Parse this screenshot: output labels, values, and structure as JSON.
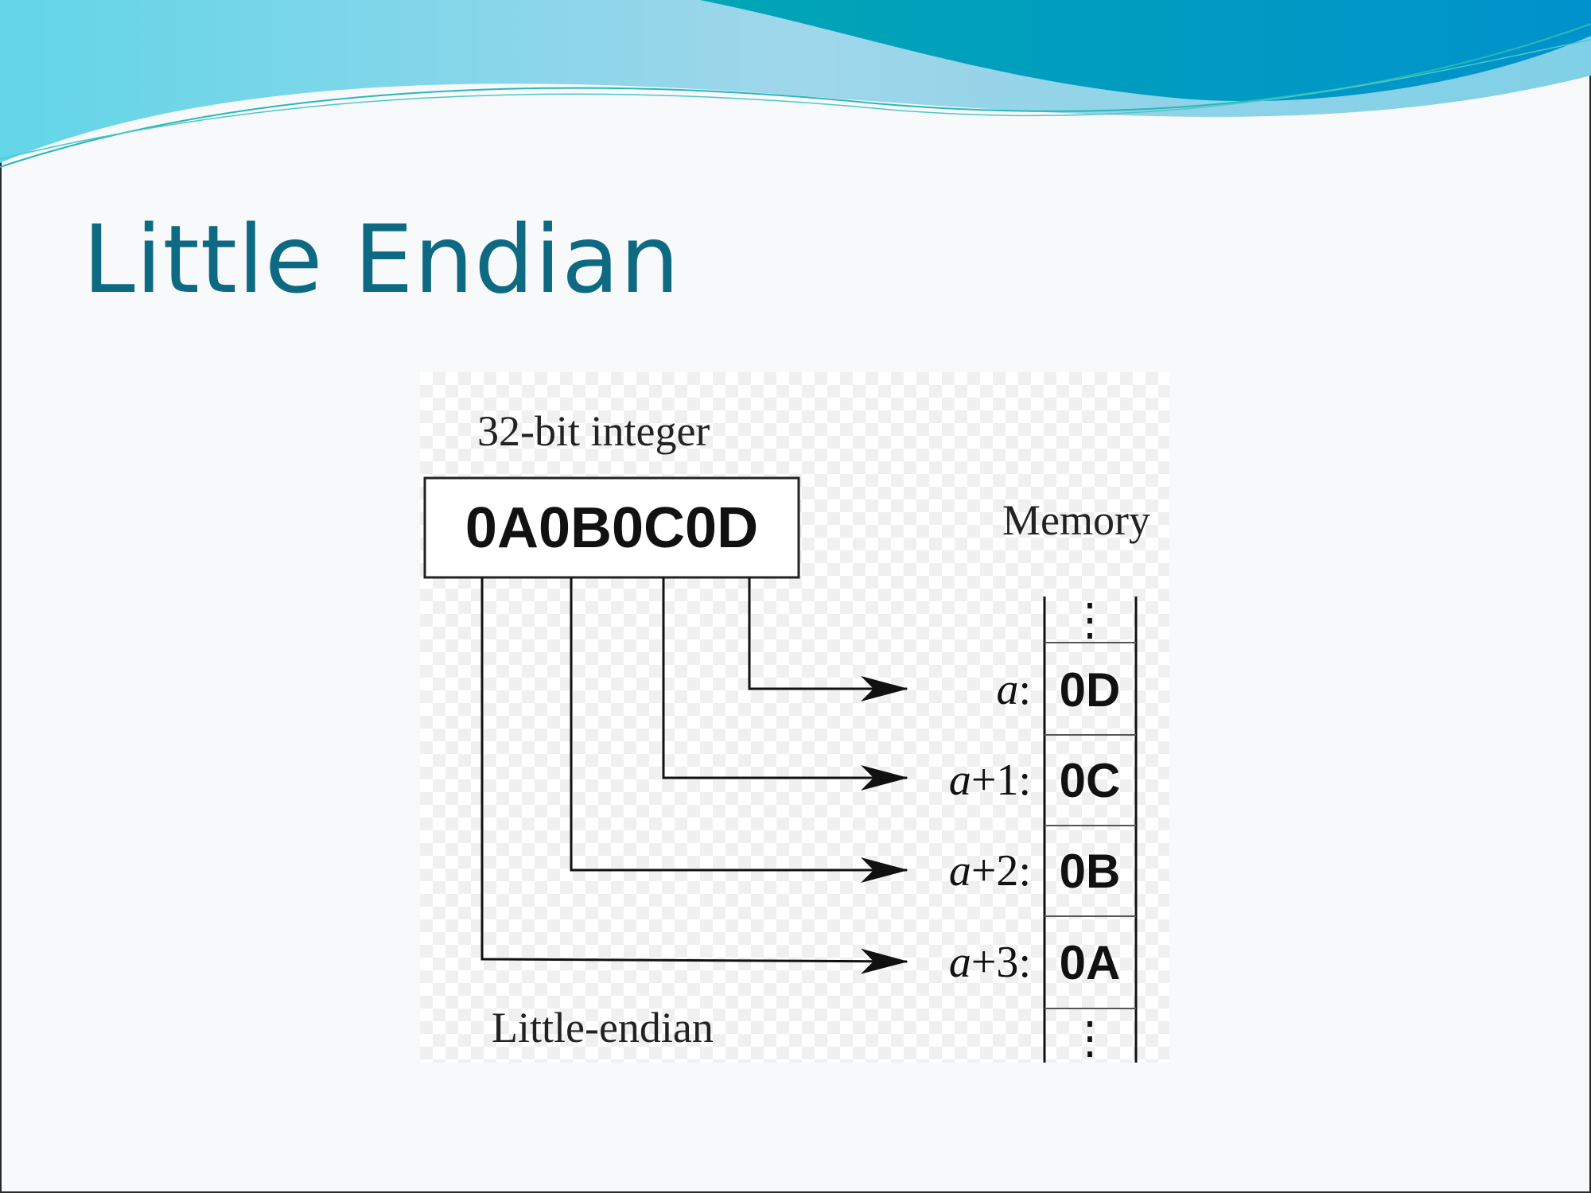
{
  "slide": {
    "title": "Little Endian",
    "colors": {
      "title": "#0e6a82",
      "wave_dark": "#0097c8",
      "wave_light": "#8fd3e6"
    }
  },
  "diagram": {
    "caption_top": "32-bit integer",
    "integer_value": "0A0B0C0D",
    "memory_label": "Memory",
    "caption_bottom": "Little-endian",
    "ellipsis": "⋮",
    "memory_cells": [
      {
        "address_var": "a",
        "offset": "",
        "value": "0D"
      },
      {
        "address_var": "a",
        "offset": "+1",
        "value": "0C"
      },
      {
        "address_var": "a",
        "offset": "+2",
        "value": "0B"
      },
      {
        "address_var": "a",
        "offset": "+3",
        "value": "0A"
      }
    ]
  }
}
